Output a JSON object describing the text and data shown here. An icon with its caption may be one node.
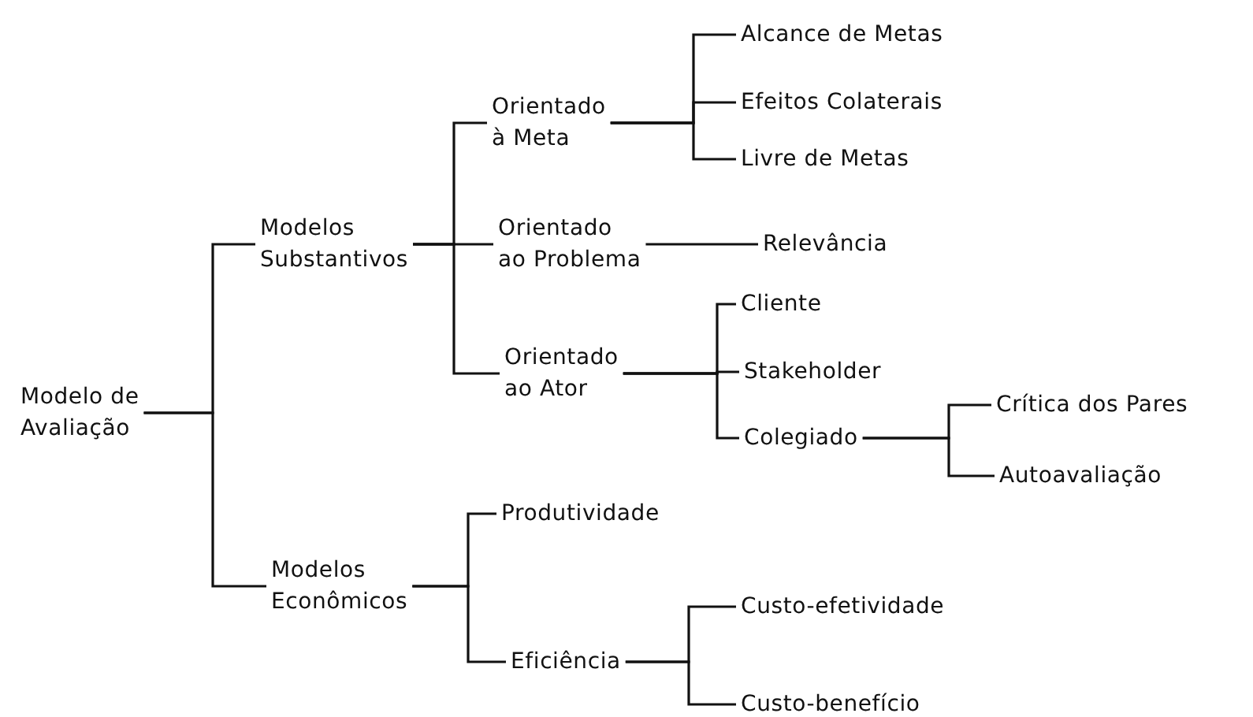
{
  "diagram": {
    "nodes": [
      {
        "text": [
          "Modelo de Avaliação"
        ]
      },
      {
        "text": [
          "Modelos Substantivos"
        ]
      },
      {
        "text": [
          "Modelos Econômicos"
        ]
      },
      {
        "text": [
          "Orientado à Meta"
        ]
      },
      {
        "text": [
          "Orientado ao Problema"
        ]
      },
      {
        "text": [
          "Orientado ao Ator"
        ]
      },
      {
        "text": [
          "Alcance de Metas"
        ]
      },
      {
        "text": [
          "Efeitos Colaterais"
        ]
      },
      {
        "text": [
          "Livre de Metas"
        ]
      },
      {
        "text": [
          "Relevância"
        ]
      },
      {
        "text": [
          "Cliente"
        ]
      },
      {
        "text": [
          "Stakeholder"
        ]
      },
      {
        "text": [
          "Colegiado"
        ]
      },
      {
        "text": [
          "Crítica dos Pares"
        ]
      },
      {
        "text": [
          "Autoavaliação"
        ]
      },
      {
        "text": [
          "Produtividade"
        ]
      },
      {
        "text": [
          "Eficiência"
        ]
      },
      {
        "text": [
          "Custo-efetividade"
        ]
      },
      {
        "text": [
          "Custo-benefício"
        ]
      }
    ],
    "edges": [
      {
        "from": 0,
        "to": 1,
        "arrow": "none"
      },
      {
        "from": 0,
        "to": 2,
        "arrow": "none"
      },
      {
        "from": 1,
        "to": 3,
        "arrow": "none"
      },
      {
        "from": 1,
        "to": 4,
        "arrow": "none"
      },
      {
        "from": 1,
        "to": 5,
        "arrow": "none"
      },
      {
        "from": 3,
        "to": 6,
        "arrow": "none"
      },
      {
        "from": 3,
        "to": 7,
        "arrow": "none"
      },
      {
        "from": 3,
        "to": 8,
        "arrow": "none"
      },
      {
        "from": 4,
        "to": 9,
        "arrow": "none"
      },
      {
        "from": 5,
        "to": 10,
        "arrow": "none"
      },
      {
        "from": 5,
        "to": 11,
        "arrow": "none"
      },
      {
        "from": 5,
        "to": 12,
        "arrow": "none"
      },
      {
        "from": 12,
        "to": 13,
        "arrow": "none"
      },
      {
        "from": 12,
        "to": 14,
        "arrow": "none"
      },
      {
        "from": 2,
        "to": 15,
        "arrow": "none"
      },
      {
        "from": 2,
        "to": 16,
        "arrow": "none"
      },
      {
        "from": 16,
        "to": 17,
        "arrow": "none"
      },
      {
        "from": 16,
        "to": 18,
        "arrow": "none"
      }
    ]
  }
}
